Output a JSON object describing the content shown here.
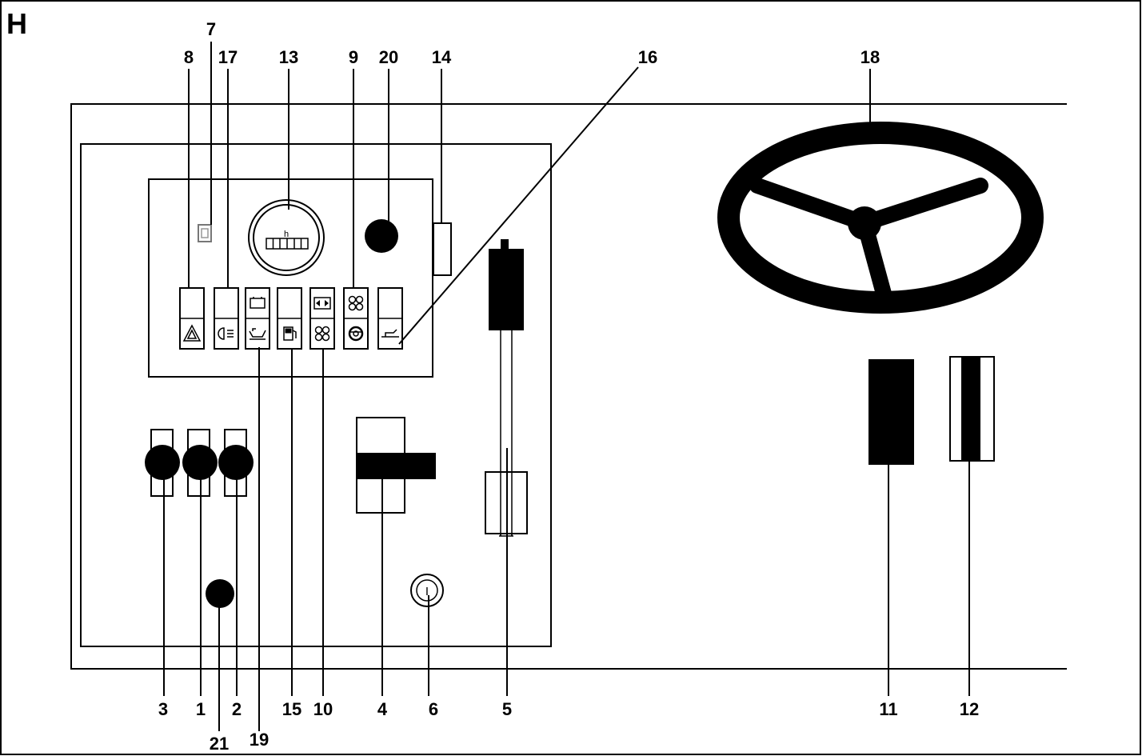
{
  "figure": {
    "letter": "H"
  },
  "labels": {
    "l1": "1",
    "l2": "2",
    "l3": "3",
    "l4": "4",
    "l5": "5",
    "l6": "6",
    "l7": "7",
    "l8": "8",
    "l9": "9",
    "l10": "10",
    "l11": "11",
    "l12": "12",
    "l13": "13",
    "l14": "14",
    "l15": "15",
    "l16": "16",
    "l17": "17",
    "l18": "18",
    "l19": "19",
    "l20": "20",
    "l21": "21"
  },
  "hour_meter": {
    "unit": "h"
  },
  "indicator_icons": {
    "top": [
      "",
      "",
      "battery-icon",
      "",
      "turn-signal-icon",
      "fan-icon",
      ""
    ],
    "bottom": [
      "hazard-triangle-icon",
      "headlight-icon",
      "oil-can-icon",
      "fuel-pump-icon",
      "fan-icon",
      "brake-icon",
      "hydraulic-oil-icon"
    ]
  },
  "ignition_switch": {
    "symbol": "I"
  },
  "colors": {
    "ink": "#000000",
    "paper": "#ffffff"
  }
}
